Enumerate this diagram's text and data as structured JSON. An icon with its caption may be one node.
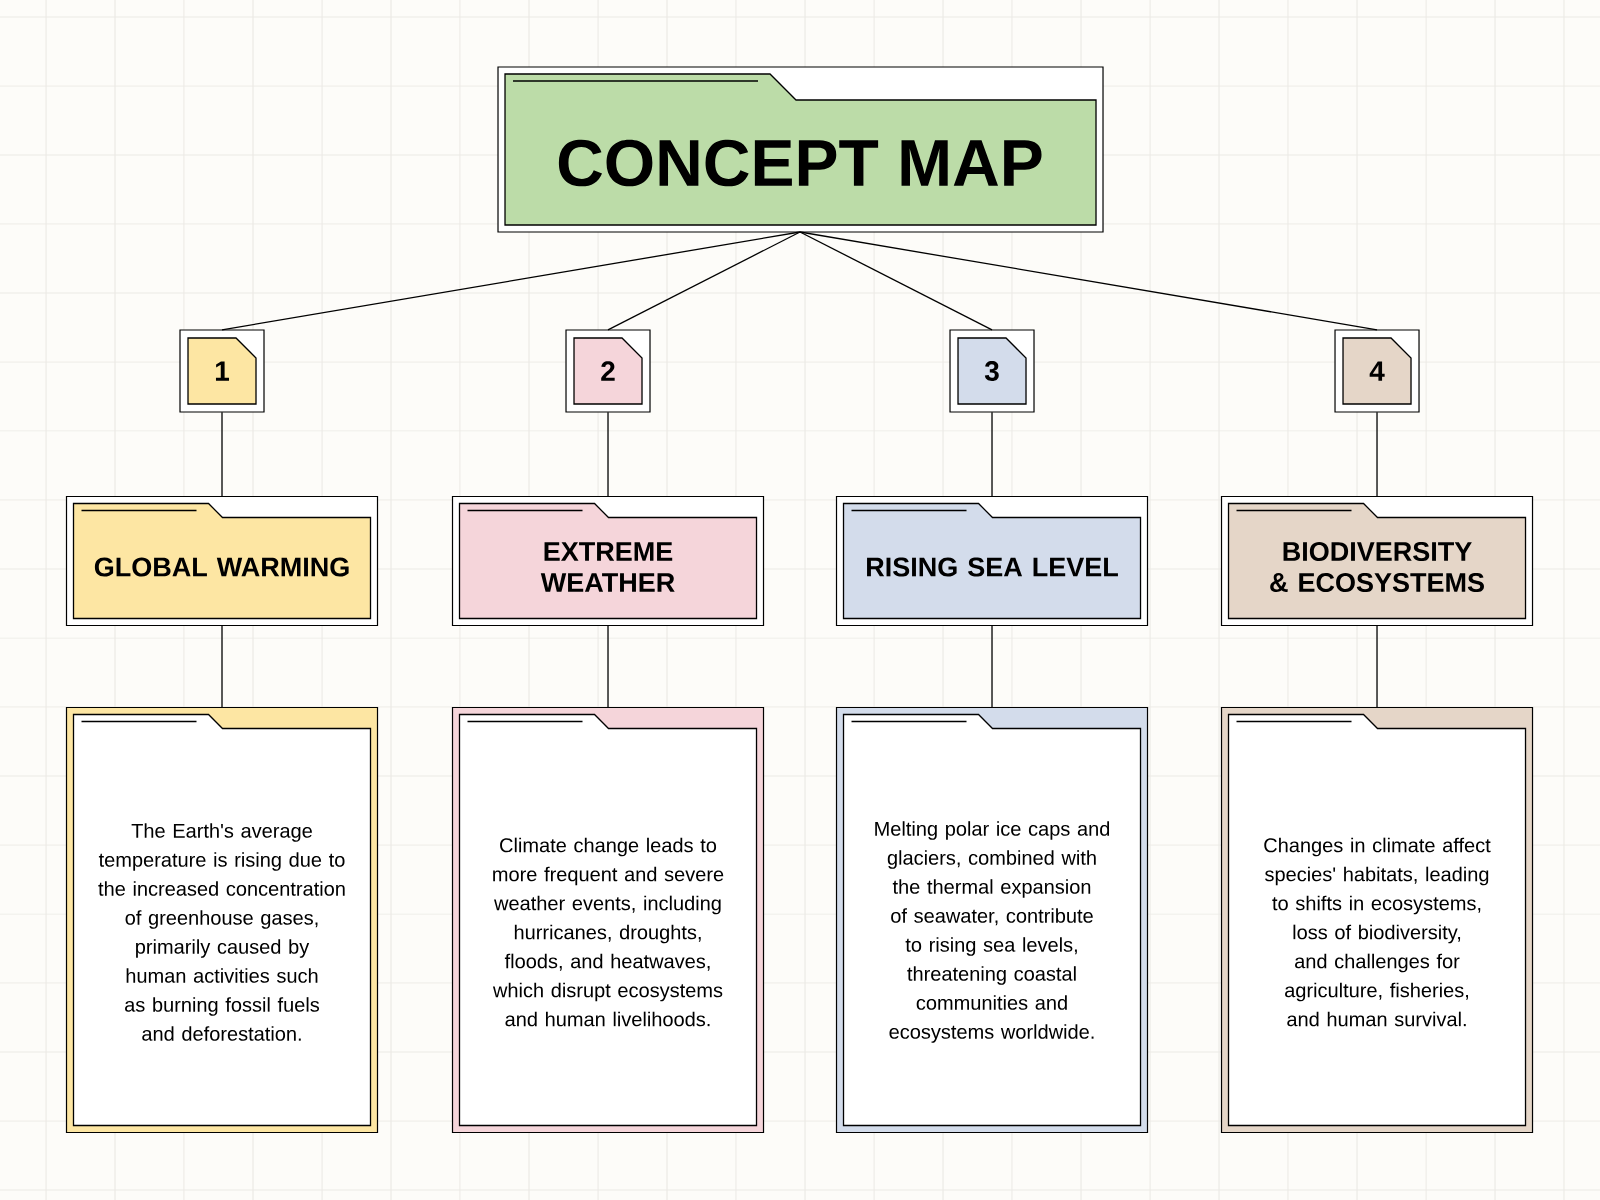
{
  "diagram": {
    "title": "CONCEPT MAP",
    "nodes": [
      {
        "text": [
          "1"
        ]
      },
      {
        "text": [
          "2"
        ]
      },
      {
        "text": [
          "3"
        ]
      },
      {
        "text": [
          "4"
        ]
      },
      {
        "text": [
          "GLOBAL WARMING"
        ]
      },
      {
        "text": [
          "EXTREME WEATHER"
        ]
      },
      {
        "text": [
          "RISING SEA LEVEL"
        ]
      },
      {
        "text": [
          "BIODIVERSITY & ECOSYSTEMS"
        ]
      },
      {
        "text": [
          "The Earth's average temperature is rising due to the increased concentration of greenhouse gases, primarily caused by human activities such as burning fossil fuels and deforestation."
        ]
      },
      {
        "text": [
          "Climate change leads to more frequent and severe weather events, including hurricanes, droughts, floods, and heatwaves, which disrupt ecosystems and human livelihoods."
        ]
      },
      {
        "text": [
          "Melting polar ice caps and glaciers, combined with the thermal expansion of seawater, contribute to rising sea levels, threatening coastal communities and ecosystems worldwide."
        ]
      },
      {
        "text": [
          "Changes in climate affect species' habitats, leading to shifts in ecosystems, loss of biodiversity, and challenges for agriculture, fisheries, and human survival."
        ]
      }
    ],
    "edges": [
      {
        "from": null,
        "to": 0,
        "arrow": "none"
      },
      {
        "from": null,
        "to": 1,
        "arrow": "none"
      },
      {
        "from": null,
        "to": 2,
        "arrow": "none"
      },
      {
        "from": null,
        "to": 3,
        "arrow": "none"
      },
      {
        "from": 0,
        "to": 4,
        "arrow": "none"
      },
      {
        "from": 1,
        "to": 5,
        "arrow": "none"
      },
      {
        "from": 2,
        "to": 6,
        "arrow": "none"
      },
      {
        "from": 3,
        "to": 7,
        "arrow": "none"
      },
      {
        "from": 4,
        "to": 8,
        "arrow": "none"
      },
      {
        "from": 5,
        "to": 9,
        "arrow": "none"
      },
      {
        "from": 6,
        "to": 10,
        "arrow": "none"
      },
      {
        "from": 7,
        "to": 11,
        "arrow": "none"
      }
    ]
  }
}
